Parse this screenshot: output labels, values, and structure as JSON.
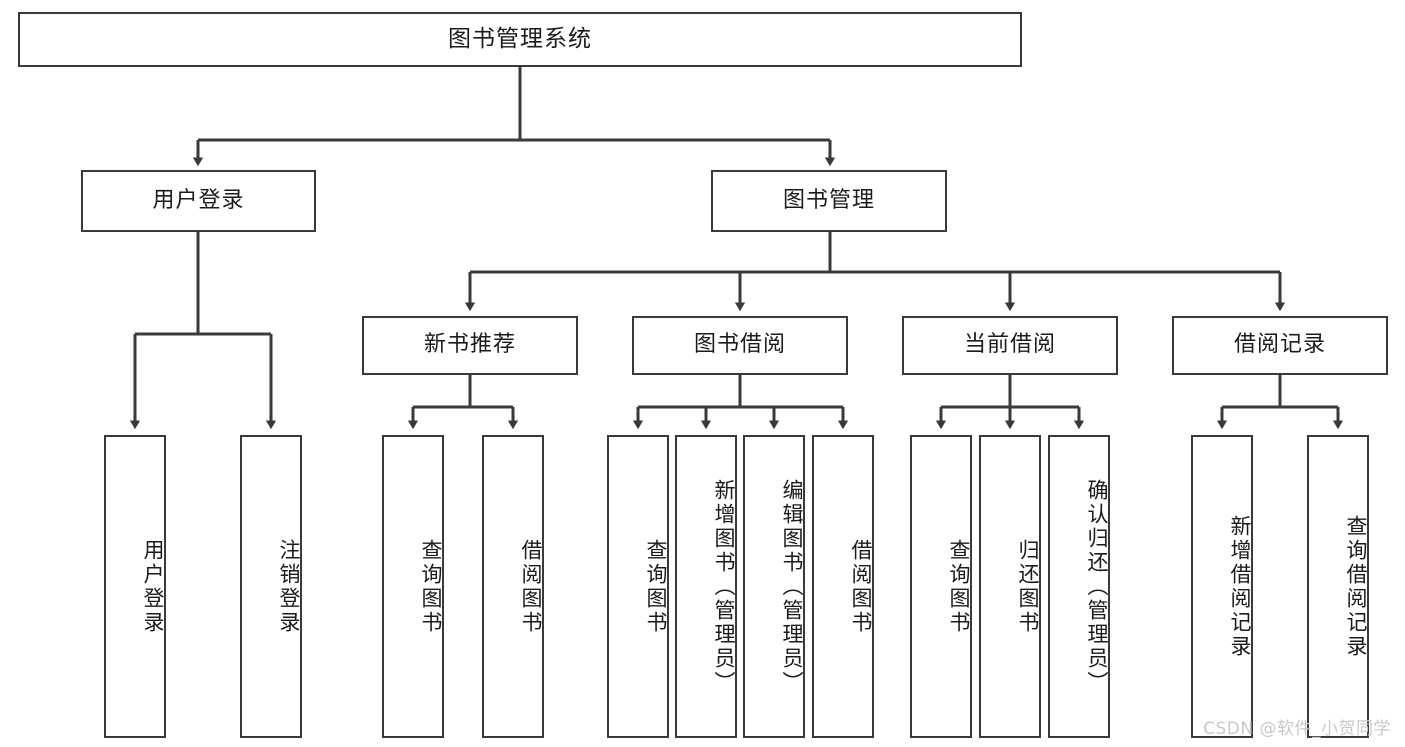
{
  "diagram": {
    "title": "图书管理系统",
    "type": "functional-structure-tree",
    "root": {
      "id": "root",
      "label": "图书管理系统"
    },
    "level2": [
      {
        "id": "user-login",
        "label": "用户登录"
      },
      {
        "id": "book-manage",
        "label": "图书管理"
      }
    ],
    "level3": [
      {
        "id": "new-book-rec",
        "label": "新书推荐",
        "parent": "book-manage"
      },
      {
        "id": "book-borrow",
        "label": "图书借阅",
        "parent": "book-manage"
      },
      {
        "id": "current-borrow",
        "label": "当前借阅",
        "parent": "book-manage"
      },
      {
        "id": "borrow-record",
        "label": "借阅记录",
        "parent": "book-manage"
      }
    ],
    "leaves": [
      {
        "id": "leaf-user-login",
        "label": "用户登录",
        "parent": "user-login"
      },
      {
        "id": "leaf-logout",
        "label": "注销登录",
        "parent": "user-login"
      },
      {
        "id": "leaf-query-book-1",
        "label": "查询图书",
        "parent": "new-book-rec"
      },
      {
        "id": "leaf-borrow-book-1",
        "label": "借阅图书",
        "parent": "new-book-rec"
      },
      {
        "id": "leaf-query-book-2",
        "label": "查询图书",
        "parent": "book-borrow"
      },
      {
        "id": "leaf-add-book",
        "label": "新增图书（管理员）",
        "parent": "book-borrow"
      },
      {
        "id": "leaf-edit-book",
        "label": "编辑图书（管理员）",
        "parent": "book-borrow"
      },
      {
        "id": "leaf-borrow-book-2",
        "label": "借阅图书",
        "parent": "book-borrow"
      },
      {
        "id": "leaf-query-book-3",
        "label": "查询图书",
        "parent": "current-borrow"
      },
      {
        "id": "leaf-return-book",
        "label": "归还图书",
        "parent": "current-borrow"
      },
      {
        "id": "leaf-confirm-return",
        "label": "确认归还（管理员）",
        "parent": "current-borrow"
      },
      {
        "id": "leaf-add-record",
        "label": "新增借阅记录",
        "parent": "borrow-record"
      },
      {
        "id": "leaf-query-record",
        "label": "查询借阅记录",
        "parent": "borrow-record"
      }
    ]
  },
  "watermark": {
    "text": "CSDN @软件_小贺同学"
  },
  "colors": {
    "stroke": "#3a3a3a",
    "text": "#1b1b1b",
    "background": "#ffffff",
    "watermark": "#c9c9c9"
  }
}
